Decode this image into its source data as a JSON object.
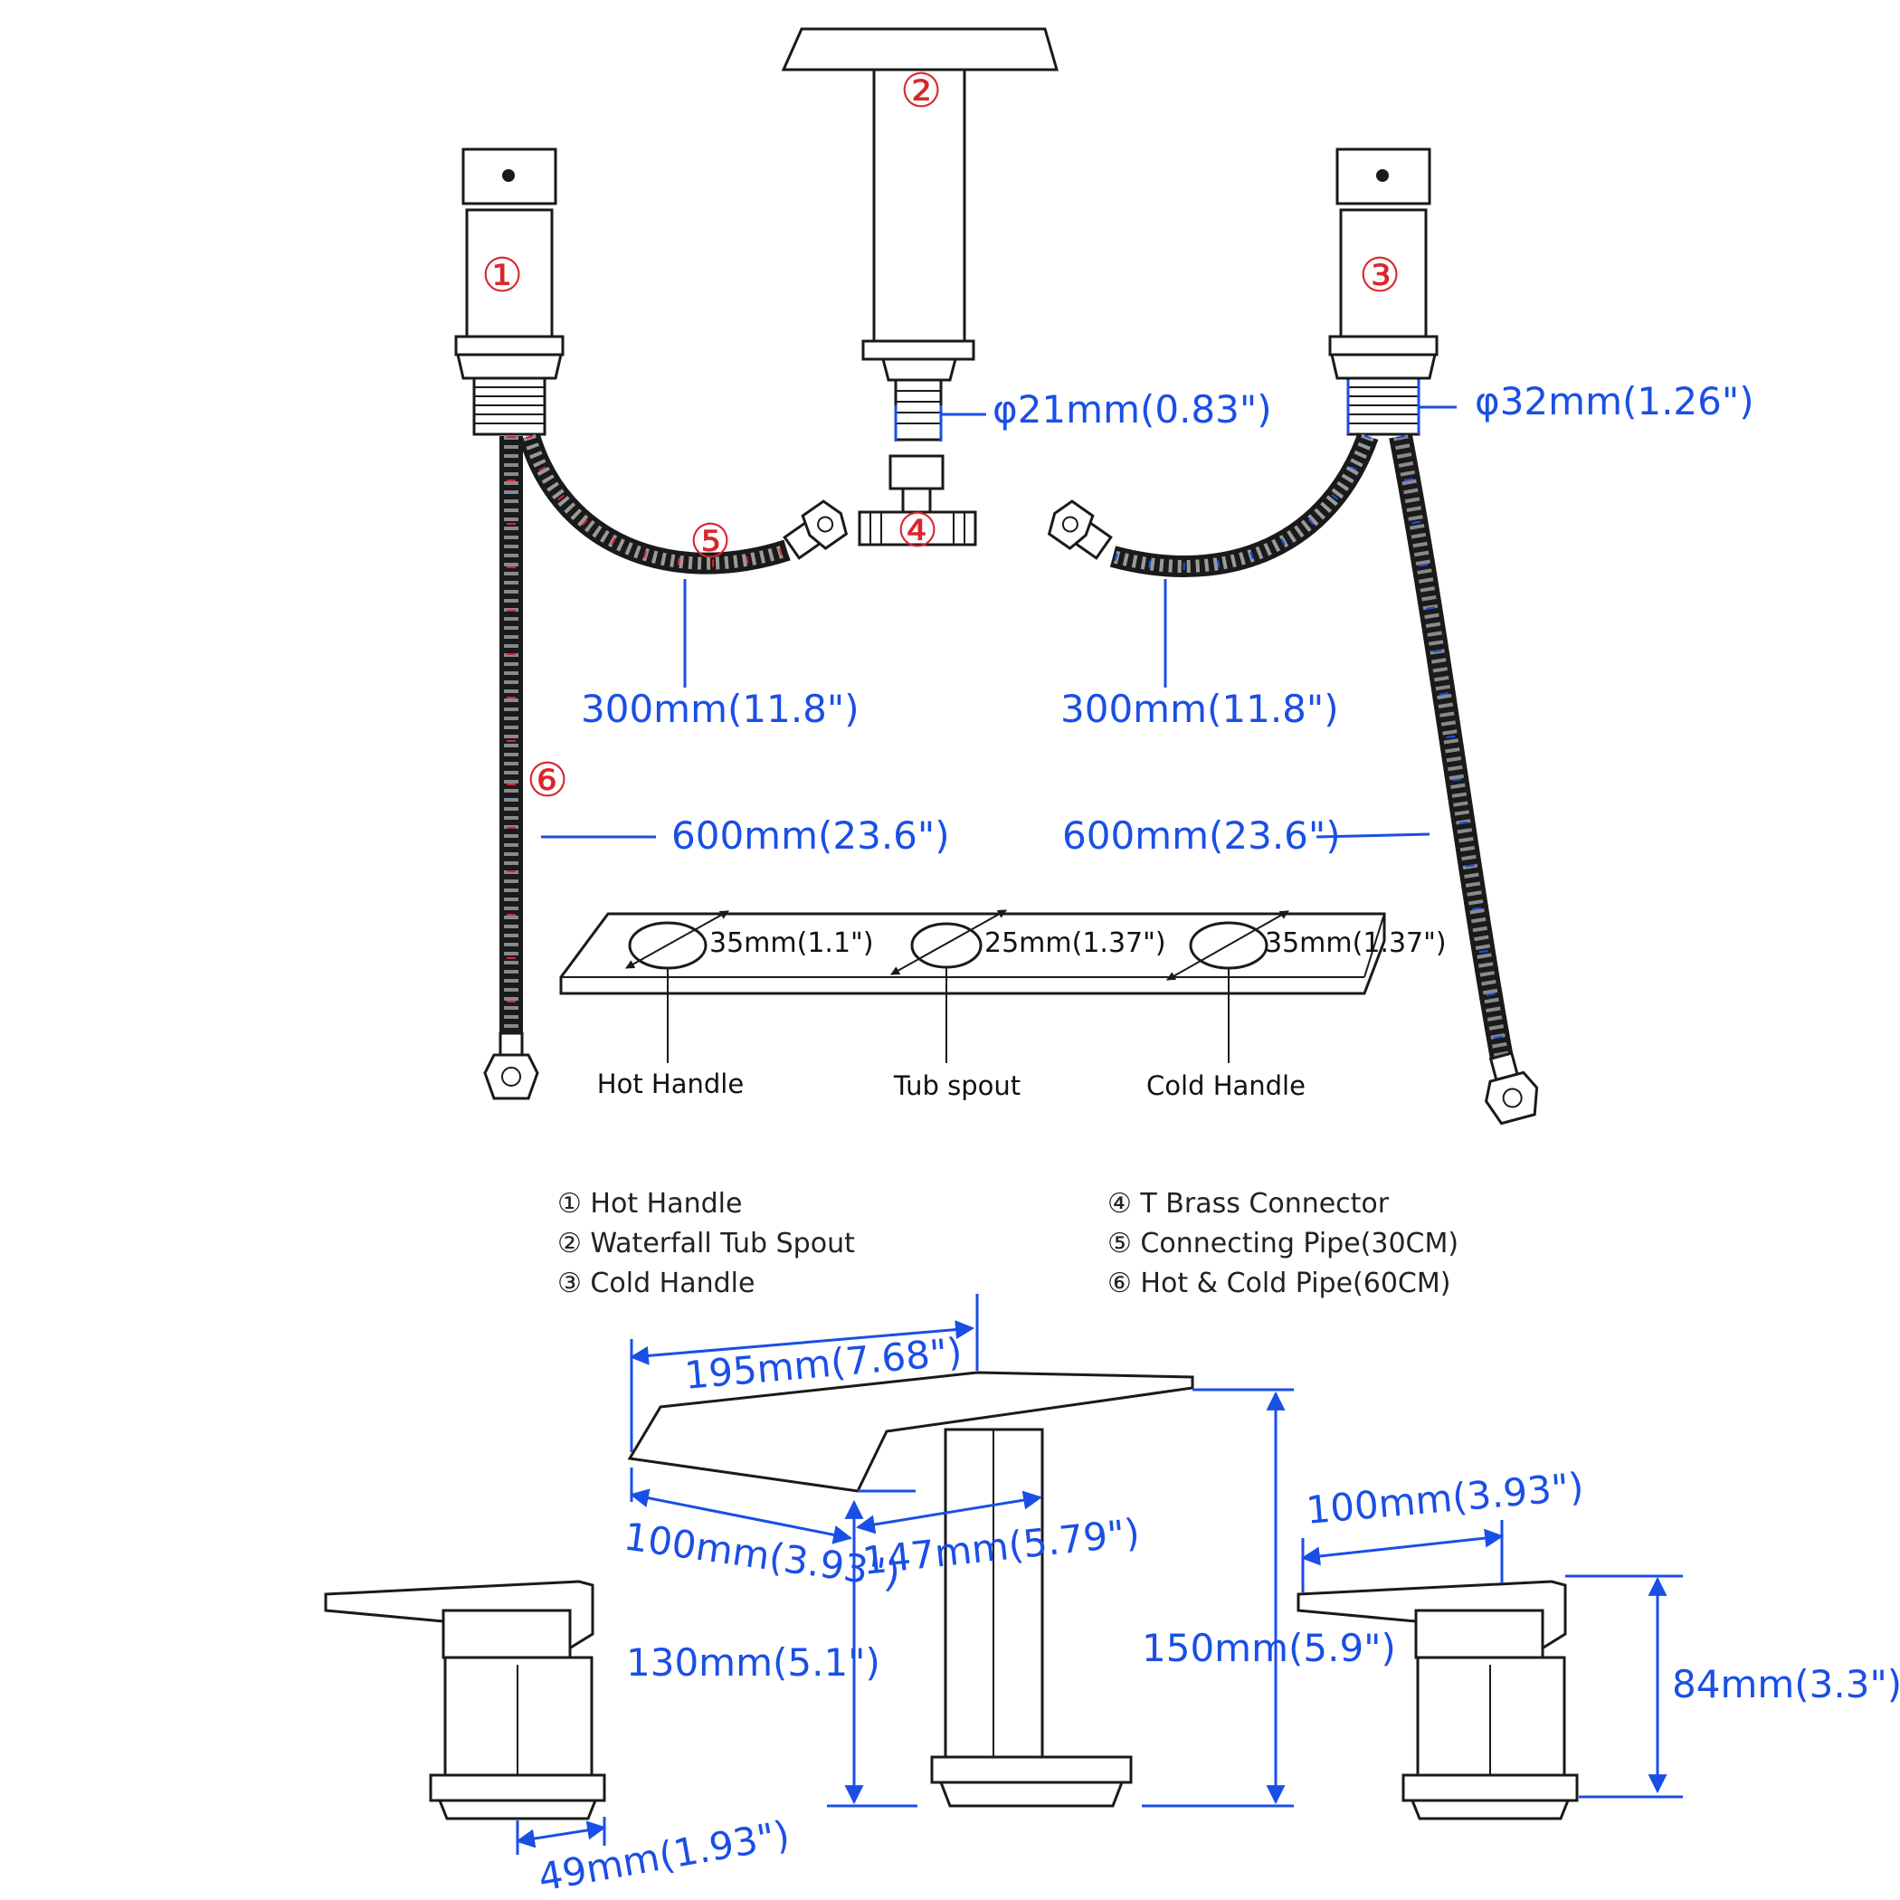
{
  "colors": {
    "ink": "#1a1a1a",
    "dimension_blue": "#1a4fe6",
    "marker_red": "#d9262c"
  },
  "markers": {
    "m1": "①",
    "m2": "②",
    "m3": "③",
    "m4": "④",
    "m5": "⑤",
    "m6": "⑥"
  },
  "dimensions": {
    "spout_thread": "φ21mm(0.83\")",
    "handle_thread": "φ32mm(1.26\")",
    "hose_short_left": "300mm(11.8\")",
    "hose_short_right": "300mm(11.8\")",
    "hose_long_left": "600mm(23.6\")",
    "hose_long_right": "600mm(23.6\")",
    "hole_hot": "35mm(1.1\")",
    "hole_spout": "25mm(1.37\")",
    "hole_cold": "35mm(1.37\")",
    "spout_length": "195mm(7.68\")",
    "spout_depth": "100mm(3.93\")",
    "spout_reach": "147mm(5.79\")",
    "spout_opening_height": "130mm(5.1\")",
    "spout_height": "150mm(5.9\")",
    "handle_length": "100mm(3.93\")",
    "handle_height": "84mm(3.3\")",
    "handle_base": "49mm(1.93\")"
  },
  "captions": {
    "hot": "Hot Handle",
    "spout": "Tub spout",
    "cold": "Cold Handle"
  },
  "legend": {
    "l1": "① Hot Handle",
    "l2": "② Waterfall Tub Spout",
    "l3": "③ Cold Handle",
    "l4": "④ T Brass Connector",
    "l5": "⑤ Connecting Pipe(30CM)",
    "l6": "⑥ Hot & Cold Pipe(60CM)"
  }
}
